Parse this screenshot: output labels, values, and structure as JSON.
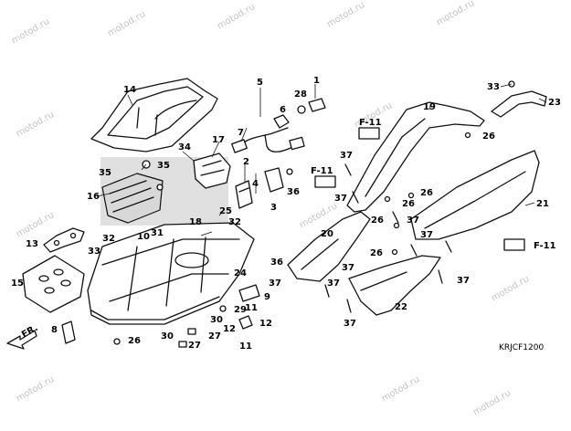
{
  "watermark": "motod.ru",
  "diagram_code": "KRJCF1200",
  "direction_label": "FR.",
  "reference_label": "F-11",
  "callouts": {
    "c1": "1",
    "c2": "2",
    "c3": "3",
    "c4": "4",
    "c5": "5",
    "c6": "6",
    "c7": "7",
    "c8": "8",
    "c9": "9",
    "c10": "10",
    "c11": "11",
    "c12": "12",
    "c13": "13",
    "c14": "14",
    "c15": "15",
    "c16": "16",
    "c17": "17",
    "c18": "18",
    "c19": "19",
    "c20": "20",
    "c21": "21",
    "c22": "22",
    "c23": "23",
    "c24": "24",
    "c25": "25",
    "c26": "26",
    "c27": "27",
    "c28": "28",
    "c29": "29",
    "c30": "30",
    "c31": "31",
    "c32": "32",
    "c33": "33",
    "c34": "34",
    "c35": "35",
    "c36": "36",
    "c37": "37"
  }
}
